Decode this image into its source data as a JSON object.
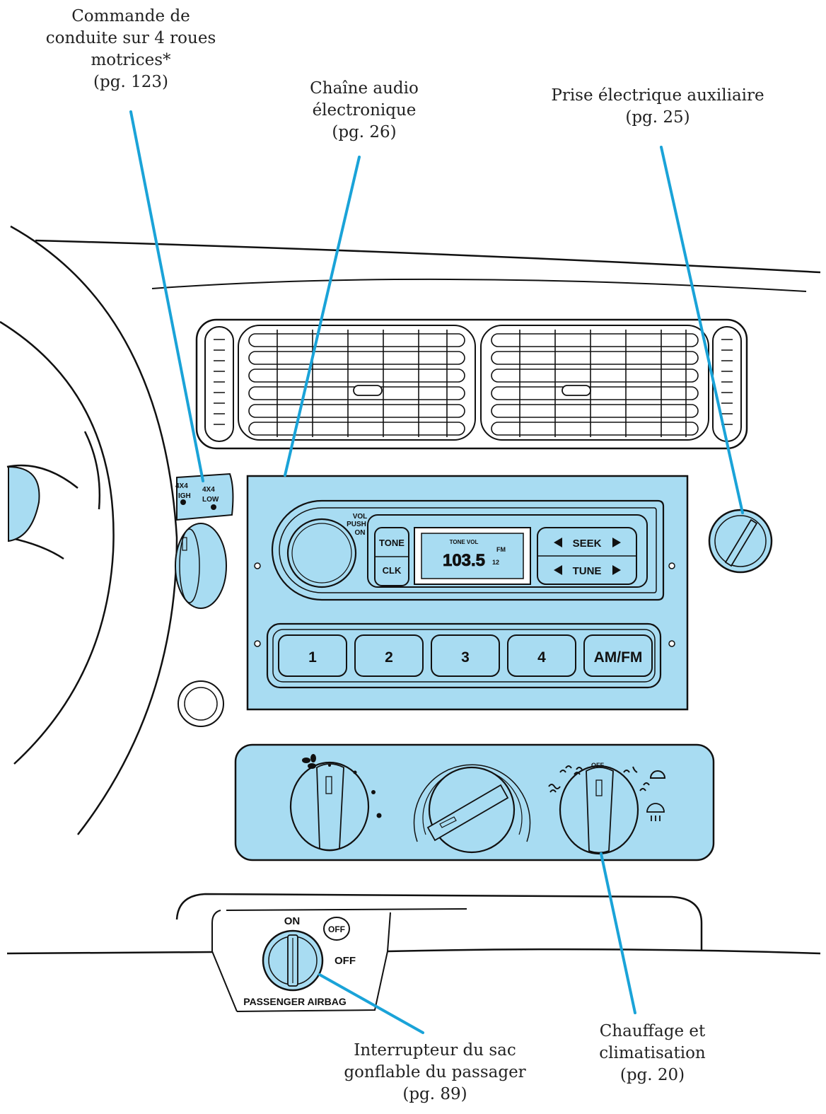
{
  "callouts": {
    "four_wd": {
      "lines": [
        "Commande de",
        "conduite sur 4 roues",
        "motrices*",
        "(pg. 123)"
      ]
    },
    "audio": {
      "lines": [
        "Chaîne audio",
        "électronique",
        "(pg. 26)"
      ]
    },
    "power_point": {
      "lines": [
        "Prise électrique auxiliaire",
        "(pg. 25)"
      ]
    },
    "airbag": {
      "lines": [
        "Interrupteur du sac",
        "gonflable du passager",
        "(pg. 89)"
      ]
    },
    "climate": {
      "lines": [
        "Chauffage et",
        "climatisation",
        "(pg. 20)"
      ]
    }
  },
  "four_wd_switch": {
    "high_a": "4X4",
    "high_b": "IGH",
    "low_a": "4X4",
    "low_b": "LOW"
  },
  "radio": {
    "vol_line1": "VOL",
    "vol_line2": "PUSH",
    "vol_line3": "ON",
    "tone": "TONE",
    "clk": "CLK",
    "display_top": "TONE VOL",
    "display_freq": "103.5",
    "display_band": "FM",
    "display_small": "12",
    "seek": "SEEK",
    "tune": "TUNE",
    "presets": [
      "1",
      "2",
      "3",
      "4",
      "AM/FM"
    ]
  },
  "climate_panel": {
    "off_label": "OFF"
  },
  "airbag_switch": {
    "on": "ON",
    "off_badge": "OFF",
    "off": "OFF",
    "title": "PASSENGER AIRBAG"
  },
  "colors": {
    "highlight_fill": "#a8dcf2",
    "callout_line": "#1aa3d8",
    "outline": "#111111"
  }
}
